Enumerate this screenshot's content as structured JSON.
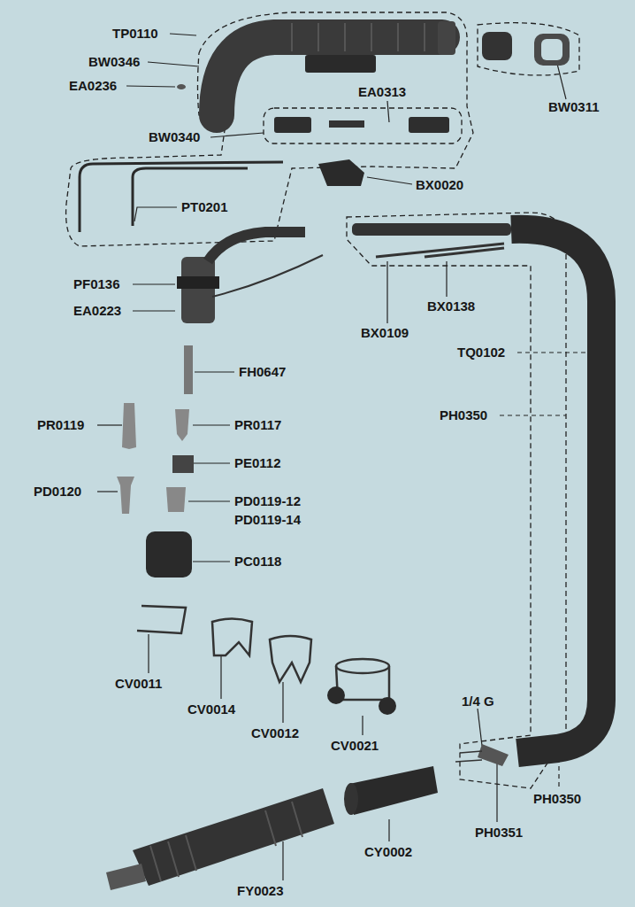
{
  "diagram": {
    "labels": [
      "TP0110",
      "BW0346",
      "EA0236",
      "EA0313",
      "BW0311",
      "BW0340",
      "BX0020",
      "PT0201",
      "PF0136",
      "EA0223",
      "BX0138",
      "BX0109",
      "TQ0102",
      "FH0647",
      "PH0350",
      "PR0119",
      "PR0117",
      "PE0112",
      "PD0120",
      "PD0119-12",
      "PD0119-14",
      "PC0118",
      "CV0011",
      "CV0014",
      "CV0012",
      "CV0021",
      "1/4 G",
      "PH0350",
      "PH0351",
      "CY0002",
      "FY0023"
    ]
  }
}
